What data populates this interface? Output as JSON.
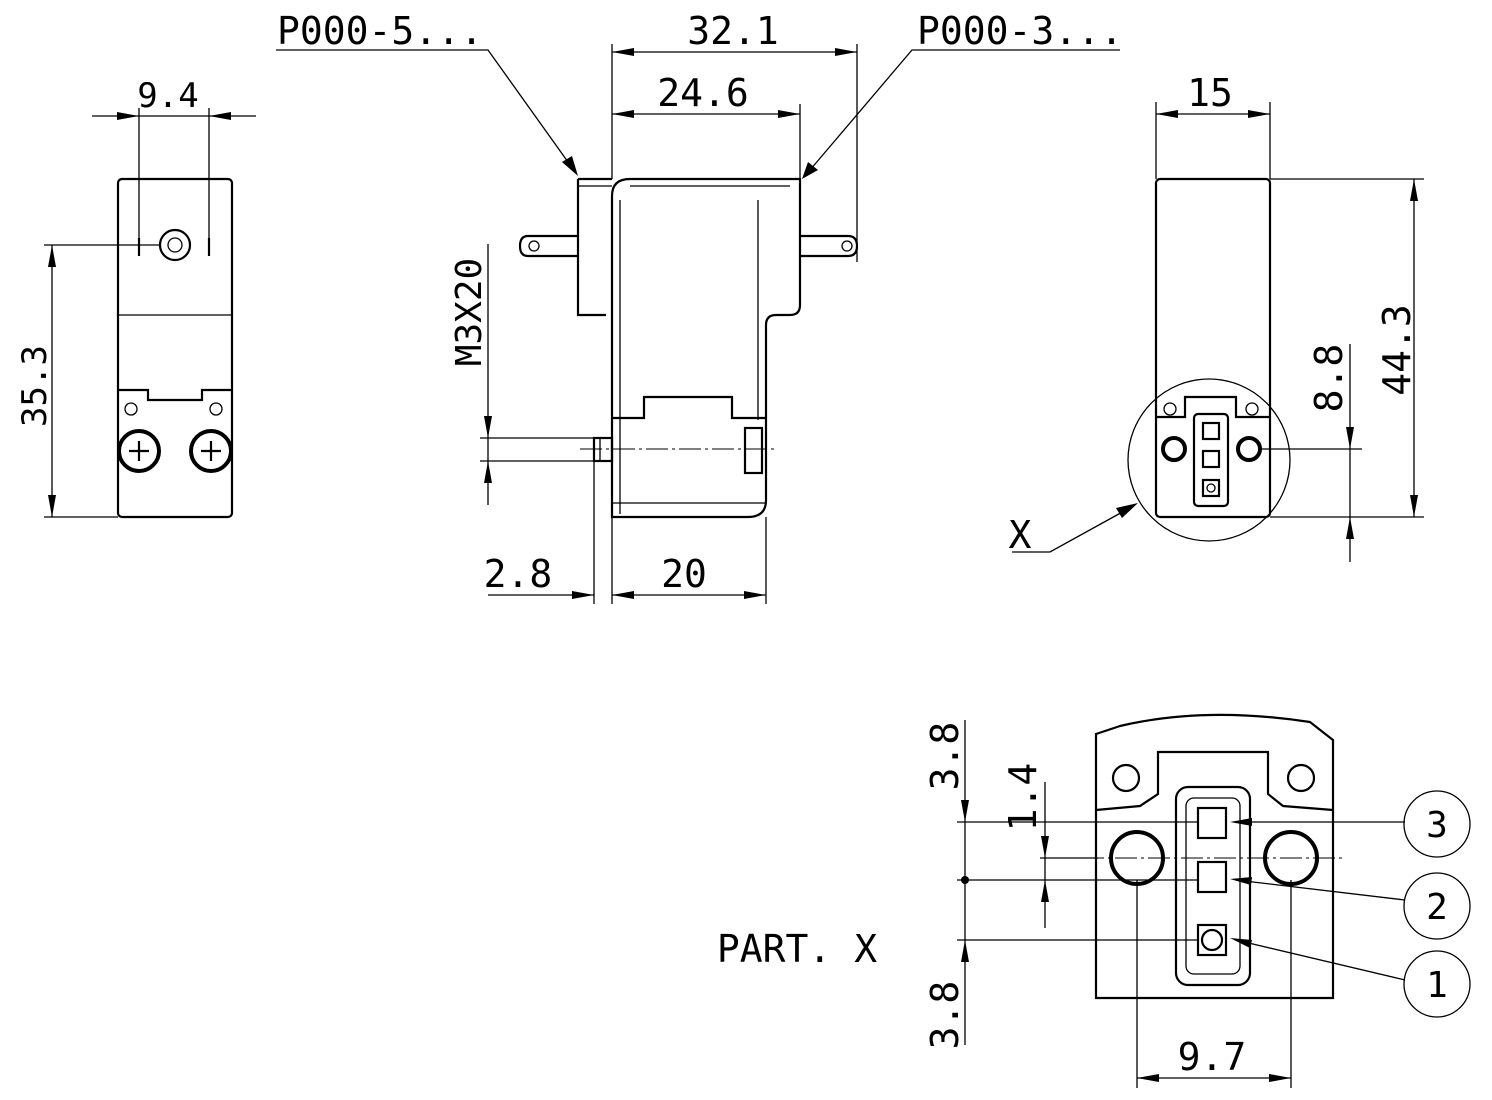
{
  "dimensions": {
    "pitch_top": "9.4",
    "height_left": "35.3",
    "label_p5": "P000-5...",
    "label_p3": "P000-3...",
    "width_total": "32.1",
    "width_body": "24.6",
    "screw": "M3X20",
    "offset": "2.8",
    "body_depth": "20",
    "width_right": "15",
    "height_right": "44.3",
    "conn_height": "8.8",
    "detail_ref": "X"
  },
  "detail": {
    "title": "PART. X",
    "dim_top": "3.8",
    "dim_bottom": "3.8",
    "dim_pin": "1.4",
    "dim_hole_pitch": "9.7",
    "pins": [
      "3",
      "2",
      "1"
    ]
  }
}
